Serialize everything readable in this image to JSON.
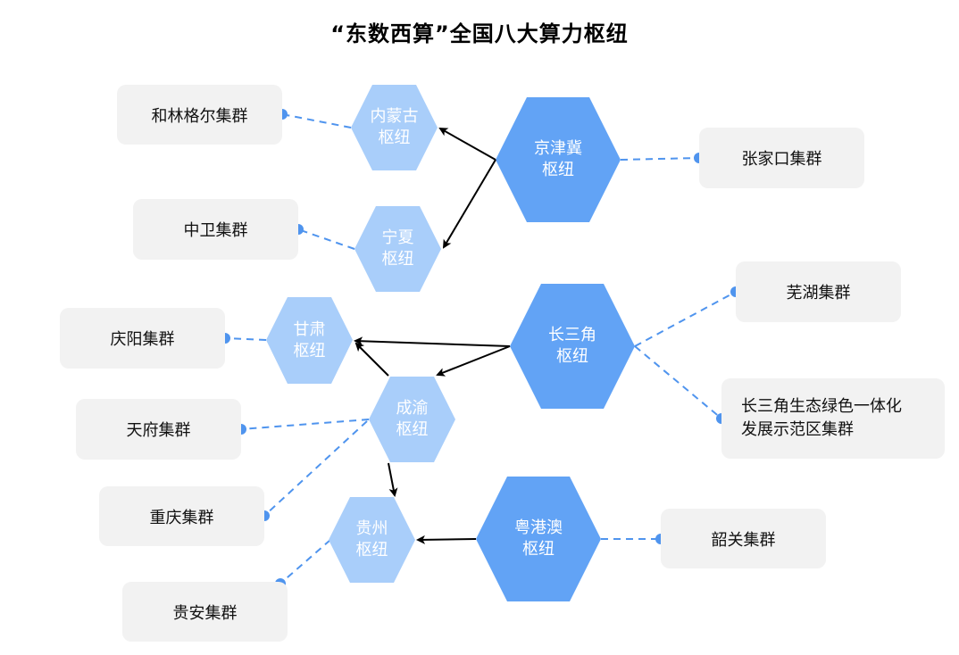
{
  "title": "“东数西算”全国八大算力枢纽",
  "colors": {
    "primary_hub": "#62a3f5",
    "secondary_hub": "#a9cefa",
    "cluster_box": "#f2f2f2",
    "dashed_link": "#4f94ee",
    "arrow": "#000000",
    "hub_text": "#ffffff"
  },
  "hubs": {
    "jingjinji": "京津冀\n枢纽",
    "neimenggu": "内蒙古\n枢纽",
    "ningxia": "宁夏\n枢纽",
    "changsanjiao": "长三角\n枢纽",
    "gansu": "甘肃\n枢纽",
    "chengyu": "成渝\n枢纽",
    "guizhou": "贵州\n枢纽",
    "yueganga": "粤港澳\n枢纽"
  },
  "clusters": {
    "helingeer": "和林格尔集群",
    "zhangjiakou": "张家口集群",
    "zhongwei": "中卫集群",
    "wuhu": "芜湖集群",
    "qingyang": "庆阳集群",
    "changsanjiao_demo": "长三角生态绿色一体化\n发展示范区集群",
    "tianfu": "天府集群",
    "chongqing": "重庆集群",
    "shaoguan": "韶关集群",
    "guian": "贵安集群"
  },
  "links": [
    {
      "type": "arrow",
      "from": "京津冀枢纽",
      "to": "内蒙古枢纽"
    },
    {
      "type": "arrow",
      "from": "京津冀枢纽",
      "to": "宁夏枢纽"
    },
    {
      "type": "arrow",
      "from": "长三角枢纽",
      "to": "甘肃枢纽"
    },
    {
      "type": "arrow",
      "from": "长三角枢纽",
      "to": "成渝枢纽"
    },
    {
      "type": "arrow",
      "from": "成渝枢纽",
      "to": "甘肃枢纽"
    },
    {
      "type": "arrow",
      "from": "成渝枢纽",
      "to": "贵州枢纽"
    },
    {
      "type": "arrow",
      "from": "粤港澳枢纽",
      "to": "贵州枢纽"
    },
    {
      "type": "dashed",
      "from": "内蒙古枢纽",
      "to": "和林格尔集群"
    },
    {
      "type": "dashed",
      "from": "京津冀枢纽",
      "to": "张家口集群"
    },
    {
      "type": "dashed",
      "from": "宁夏枢纽",
      "to": "中卫集群"
    },
    {
      "type": "dashed",
      "from": "长三角枢纽",
      "to": "芜湖集群"
    },
    {
      "type": "dashed",
      "from": "长三角枢纽",
      "to": "长三角生态绿色一体化发展示范区集群"
    },
    {
      "type": "dashed",
      "from": "甘肃枢纽",
      "to": "庆阳集群"
    },
    {
      "type": "dashed",
      "from": "成渝枢纽",
      "to": "天府集群"
    },
    {
      "type": "dashed",
      "from": "成渝枢纽",
      "to": "重庆集群"
    },
    {
      "type": "dashed",
      "from": "贵州枢纽",
      "to": "贵安集群"
    },
    {
      "type": "dashed",
      "from": "粤港澳枢纽",
      "to": "韶关集群"
    }
  ]
}
